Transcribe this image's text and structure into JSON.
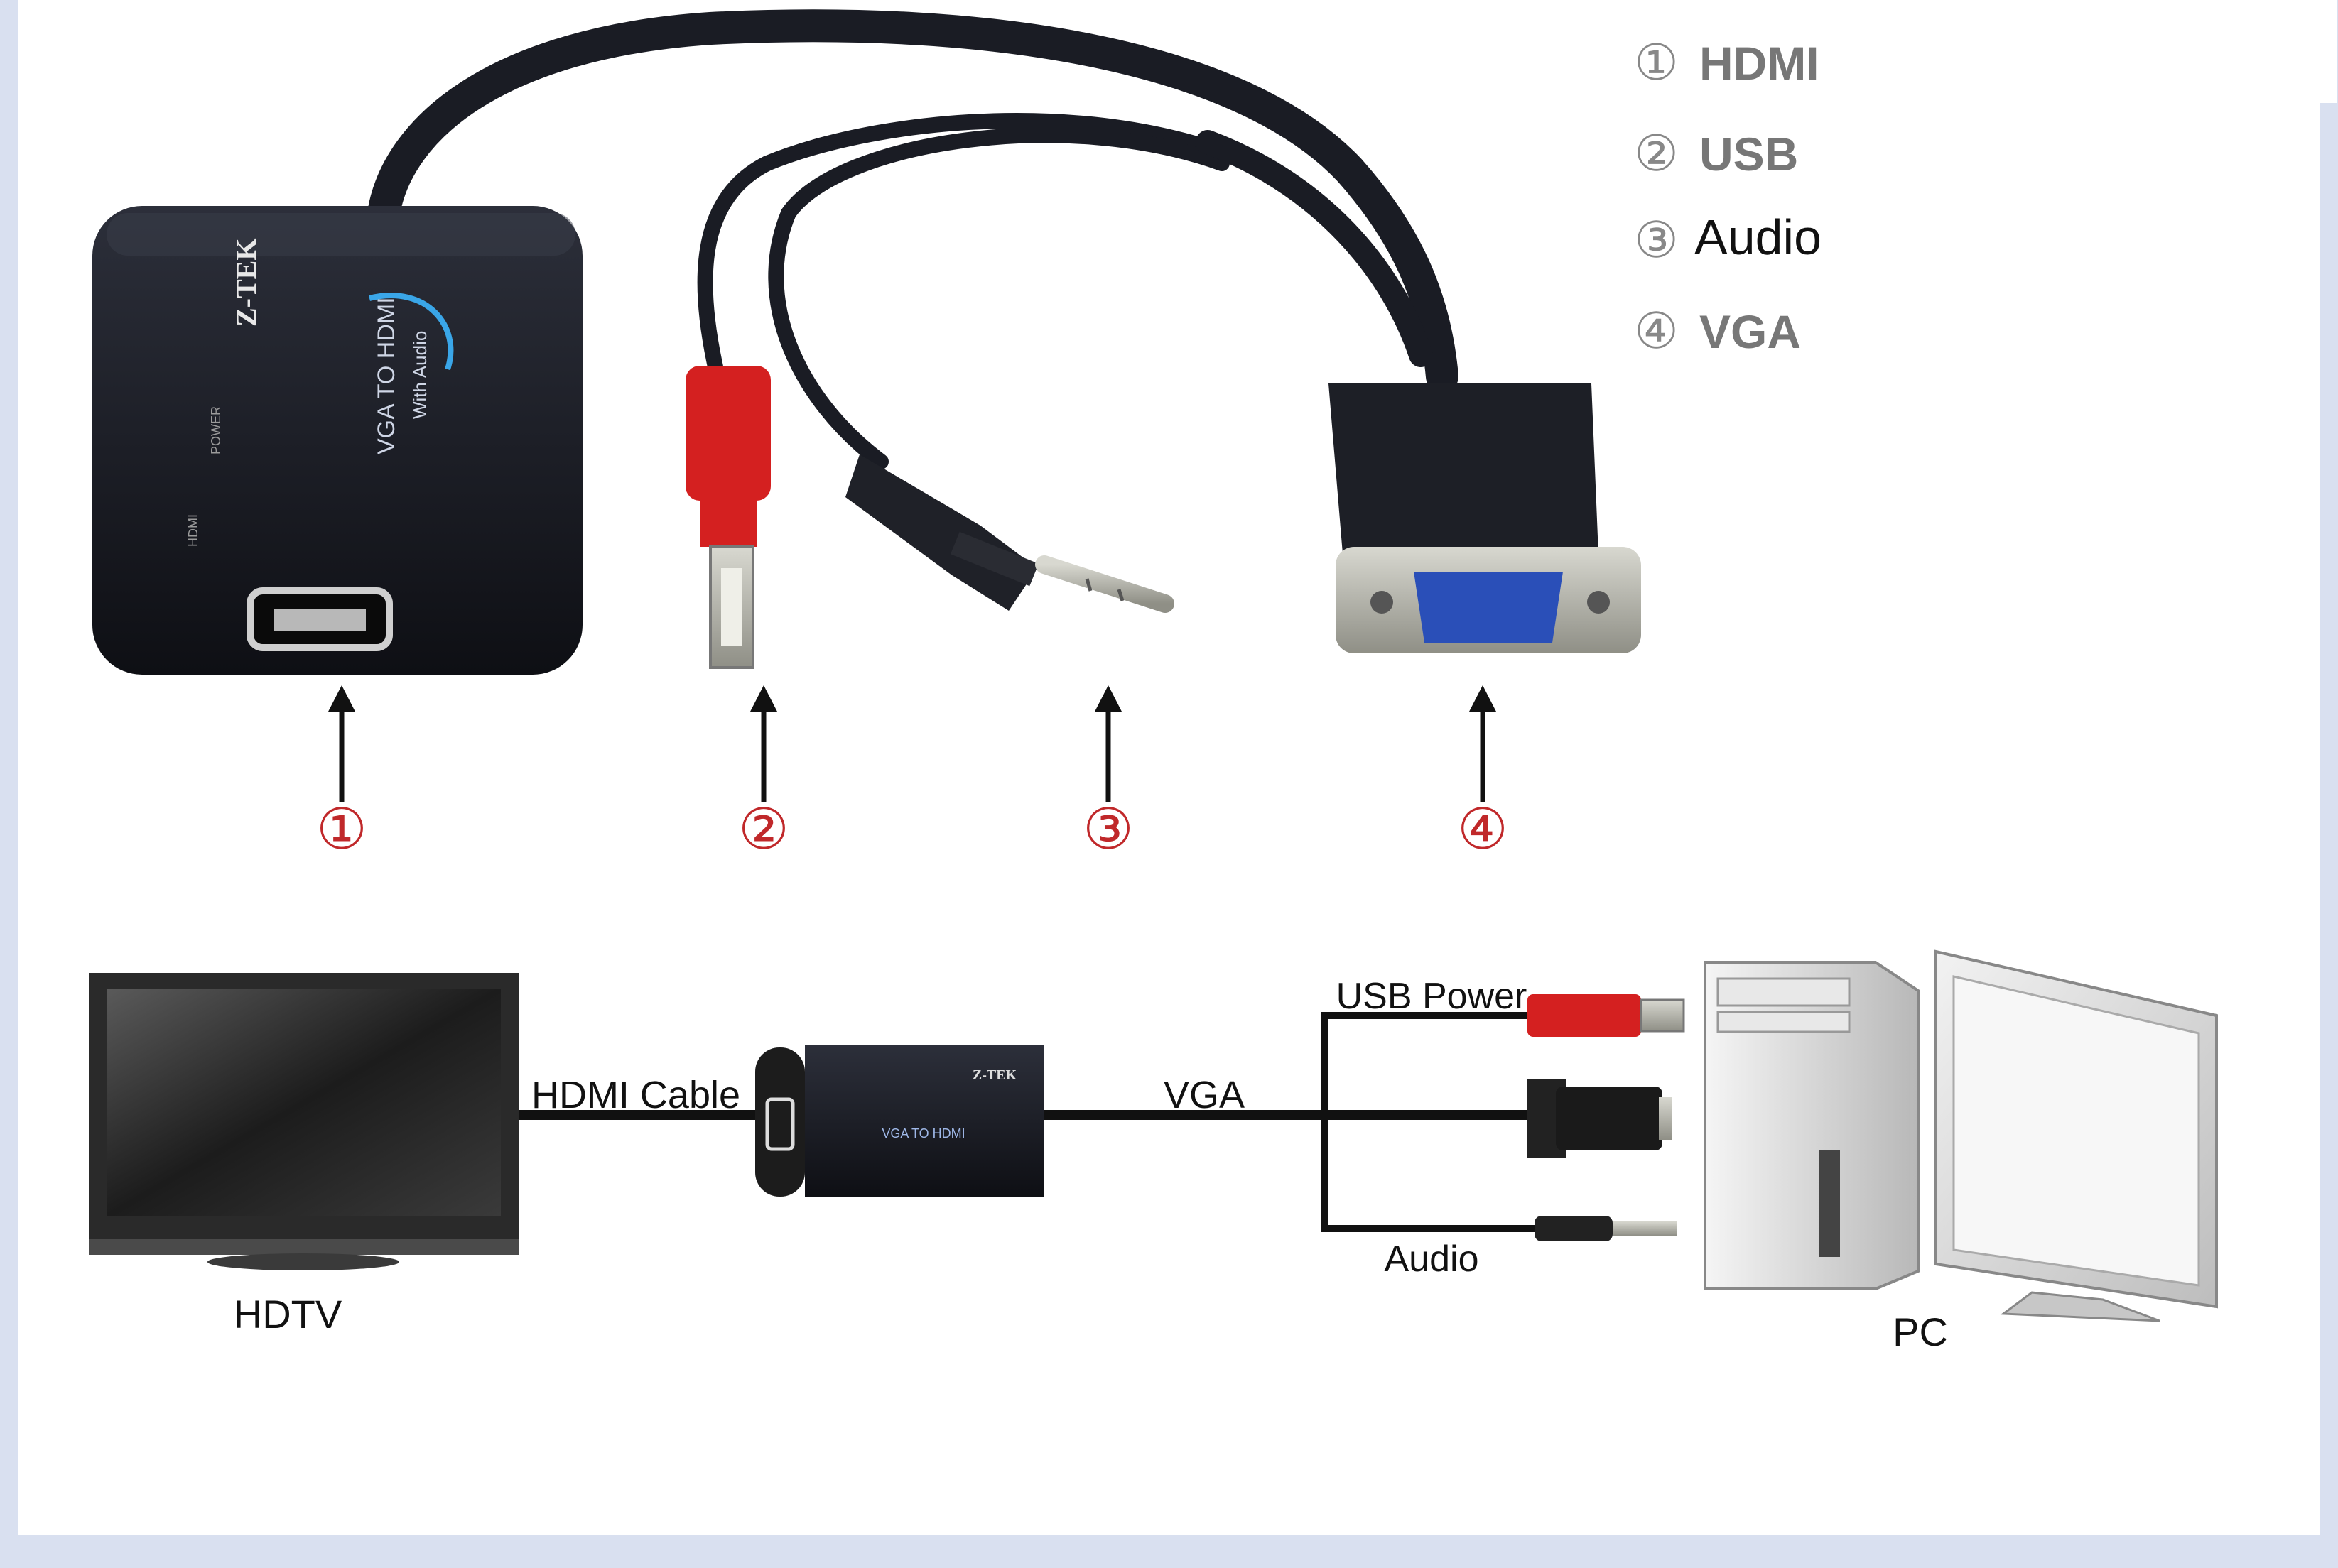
{
  "legend": [
    {
      "num": "①",
      "text": "HDMI"
    },
    {
      "num": "②",
      "text": "USB"
    },
    {
      "num": "③",
      "text": "Audio"
    },
    {
      "num": "④",
      "text": "VGA"
    }
  ],
  "callouts": [
    "①",
    "②",
    "③",
    "④"
  ],
  "adapter": {
    "brand": "Z-TEK",
    "product_line1": "VGA TO HDMI",
    "product_line2": "With Audio",
    "led_hdmi": "HDMI",
    "led_power": "POWER"
  },
  "connection": {
    "hdtv_label": "HDTV",
    "hdmi_cable_label": "HDMI Cable",
    "vga_label": "VGA",
    "usb_power_label": "USB Power",
    "audio_label": "Audio",
    "pc_label": "PC"
  },
  "colors": {
    "frame": "#d9e0f0",
    "panel": "#ffffff",
    "cable": "#1a1c24",
    "usb_red": "#d42020",
    "vga_blue": "#2a4fb8",
    "callout_red": "#c0282a"
  }
}
